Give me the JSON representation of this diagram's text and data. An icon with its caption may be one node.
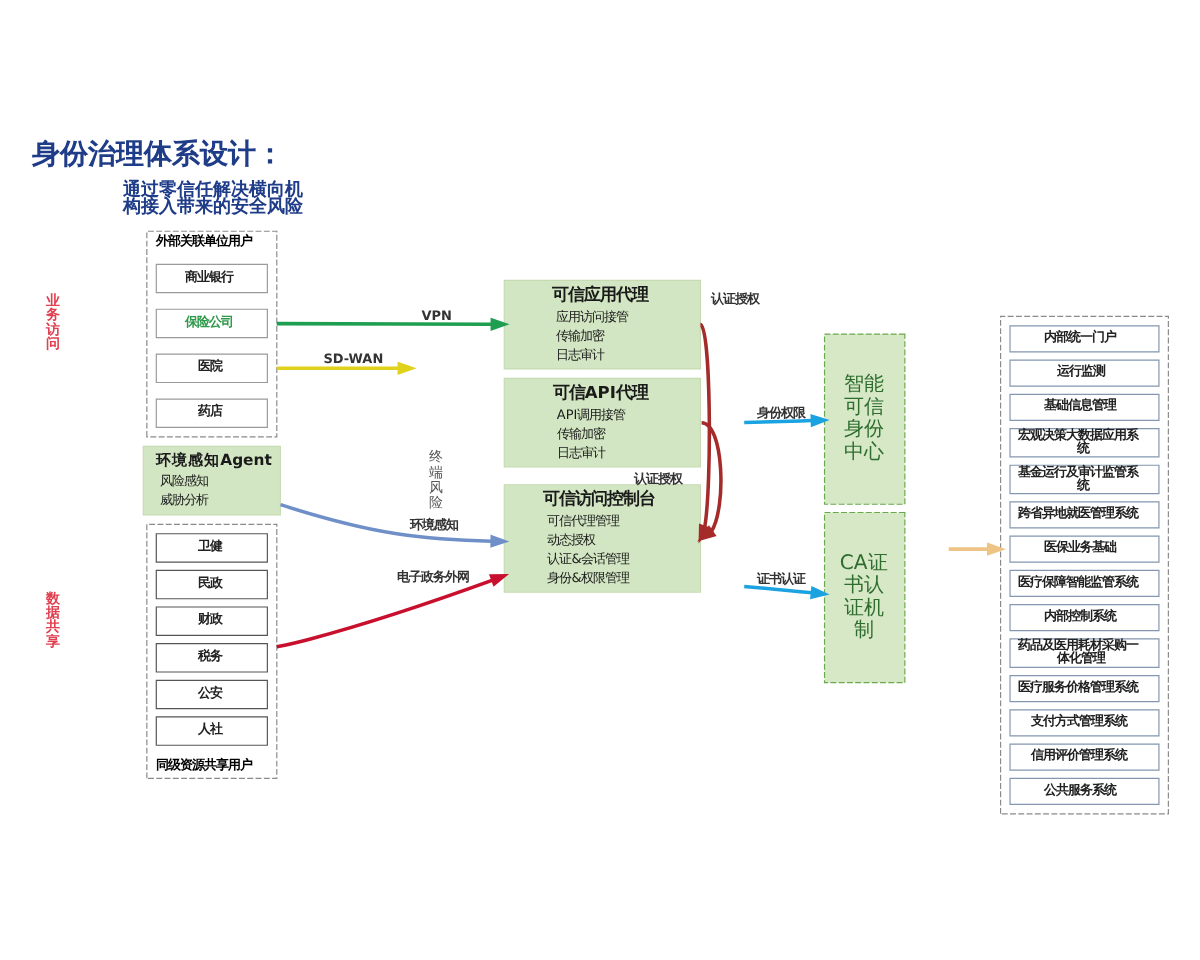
{
  "diagram": {
    "title": "身份治理体系设计：",
    "nodes": [
      {
        "text": [
          "外部关联单位用户"
        ]
      },
      {
        "text": [
          "商业银行"
        ],
        "in": 0
      },
      {
        "text": [
          "保险公司"
        ],
        "in": 0
      },
      {
        "text": [
          "医院"
        ],
        "in": 0
      },
      {
        "text": [
          "药店"
        ],
        "in": 0
      },
      {
        "text": [
          "环境感知Agent",
          "风险感知",
          "威胁分析"
        ]
      },
      {
        "text": [
          "同级资源共享用户"
        ]
      },
      {
        "text": [
          "卫健"
        ],
        "in": 6
      },
      {
        "text": [
          "民政"
        ],
        "in": 6
      },
      {
        "text": [
          "财政"
        ],
        "in": 6
      },
      {
        "text": [
          "税务"
        ],
        "in": 6
      },
      {
        "text": [
          "公安"
        ],
        "in": 6
      },
      {
        "text": [
          "人社"
        ],
        "in": 6
      },
      {
        "text": [
          "可信应用代理",
          "应用访问接管",
          "传输加密",
          "日志审计"
        ]
      },
      {
        "text": [
          "可信API代理",
          "API调用接管",
          "传输加密",
          "日志审计"
        ]
      },
      {
        "text": [
          "可信访问控制台",
          "可信代理管理",
          "动态授权",
          "认证&会话管理",
          "身份&权限管理"
        ]
      },
      {
        "text": [
          "智能可信身份中心"
        ]
      },
      {
        "text": [
          "CA证书认证机制"
        ]
      },
      {
        "text": [],
        "shape": "box"
      },
      {
        "text": [
          "内部统一门户"
        ],
        "in": 18
      },
      {
        "text": [
          "运行监测"
        ],
        "in": 18
      },
      {
        "text": [
          "基础信息管理"
        ],
        "in": 18
      },
      {
        "text": [
          "宏观决策大数据应用系统"
        ],
        "in": 18
      },
      {
        "text": [
          "基金运行及审计监管系统"
        ],
        "in": 18
      },
      {
        "text": [
          "跨省异地就医管理系统"
        ],
        "in": 18
      },
      {
        "text": [
          "医保业务基础"
        ],
        "in": 18
      },
      {
        "text": [
          "医疗保障智能监管系统"
        ],
        "in": 18
      },
      {
        "text": [
          "内部控制系统"
        ],
        "in": 18
      },
      {
        "text": [
          "药品及医用耗材采购一体化管理"
        ],
        "in": 18
      },
      {
        "text": [
          "医疗服务价格管理系统"
        ],
        "in": 18
      },
      {
        "text": [
          "支付方式管理系统"
        ],
        "in": 18
      },
      {
        "text": [
          "信用评价管理系统"
        ],
        "in": 18
      },
      {
        "text": [
          "公共服务系统"
        ],
        "in": 18
      }
    ],
    "edges": [
      {
        "from": 0,
        "to": 13,
        "arrow": "to",
        "label": "VPN",
        "color": "#1e9e50"
      },
      {
        "from": 0,
        "to": null,
        "arrow": "to",
        "label": "SD-WAN",
        "color": "#e0d21a"
      },
      {
        "from": 6,
        "to": 15,
        "arrow": "to",
        "label": "电子政务外网",
        "color": "#c8102e"
      },
      {
        "from": 5,
        "to": 15,
        "arrow": "to",
        "label": "环境感知",
        "color": "#6f8fc9"
      },
      {
        "from": 13,
        "to": 15,
        "arrow": "to",
        "label": "认证授权",
        "color": "#a52a2a"
      },
      {
        "from": 14,
        "to": 15,
        "arrow": "to",
        "label": "认证授权",
        "color": "#a52a2a"
      },
      {
        "from": null,
        "to": 16,
        "arrow": "to",
        "label": "身份权限",
        "color": "#1aa3e0"
      },
      {
        "from": null,
        "to": 17,
        "arrow": "to",
        "label": "证书认证",
        "color": "#1aa3e0"
      },
      {
        "from": null,
        "to": 18,
        "arrow": "to",
        "color": "#eec484"
      }
    ],
    "labels": [
      "通过零信任解决横向机构接入带来的安全风险",
      "业务访问",
      "终端风险",
      "数据共享"
    ]
  }
}
